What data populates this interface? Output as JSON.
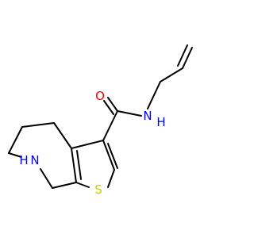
{
  "molecule": {
    "atoms": [
      {
        "id": "O1",
        "symbol": "O",
        "label": "O",
        "color": "#ff0000"
      },
      {
        "id": "N1",
        "symbol": "N",
        "label": "N",
        "label_h": "H",
        "color": "#0000ff"
      },
      {
        "id": "N2",
        "symbol": "N",
        "label": "N",
        "label_h": "H",
        "color": "#0000ff"
      },
      {
        "id": "S1",
        "symbol": "S",
        "label": "S",
        "color": "#cccc00"
      }
    ]
  }
}
